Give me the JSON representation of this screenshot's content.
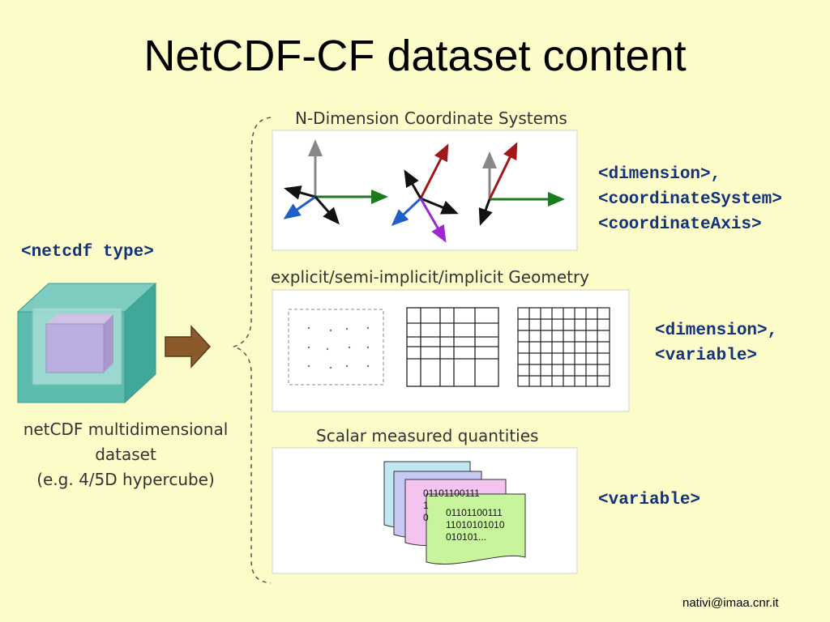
{
  "title": "NetCDF-CF dataset content",
  "left": {
    "type_tag": "<netcdf type>",
    "caption_lines": [
      "netCDF multidimensional",
      "dataset",
      "(e.g. 4/5D hypercube)"
    ]
  },
  "sections": [
    {
      "label": "N-Dimension Coordinate Systems",
      "tags": [
        "<dimension>,",
        "<coordinateSystem>",
        "<coordinateAxis>"
      ]
    },
    {
      "label": "explicit/semi-implicit/implicit Geometry",
      "tags": [
        "<dimension>,",
        "<variable>"
      ]
    },
    {
      "label": "Scalar measured quantities",
      "tags": [
        "<variable>"
      ]
    }
  ],
  "document_text": {
    "back": [
      "01101100111",
      "1",
      "0"
    ],
    "front": [
      "01101100111",
      "11010101010",
      "010101..."
    ]
  },
  "footer": "nativi@imaa.cnr.it",
  "colors": {
    "background": "#fcfcc8",
    "tag_text": "#12327a",
    "arrow_fill": "#8b5a2b",
    "cube_outer": "#4fb8a8",
    "cube_inner": "#9fdcd4",
    "cube_core": "#b8a8d8"
  }
}
